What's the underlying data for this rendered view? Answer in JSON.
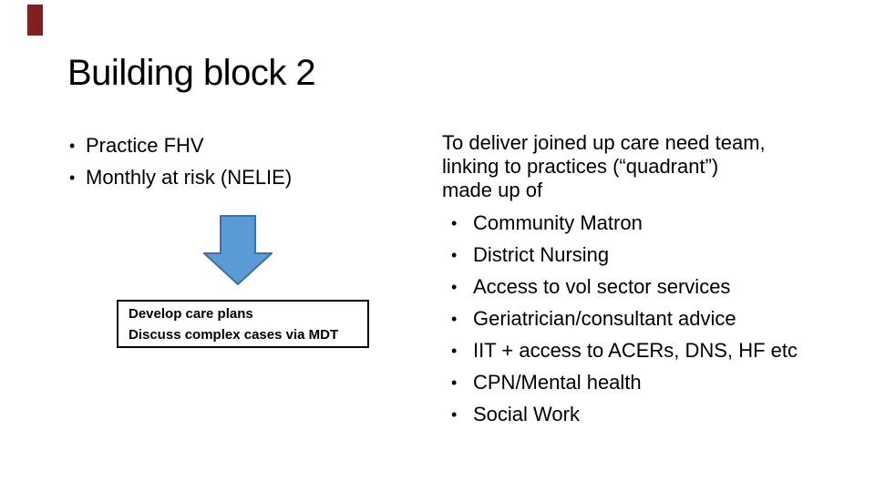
{
  "slide": {
    "title": "Building block 2",
    "colors": {
      "background": "#ffffff",
      "text": "#000000",
      "arrow_fill": "#5B9BD5",
      "arrow_border": "#41719C",
      "corner_mark": "#7E2020",
      "box_border": "#000000"
    },
    "left_bullets": [
      "Practice FHV",
      "Monthly at risk (NELIE)"
    ],
    "process_box": {
      "lines": [
        "Develop care plans",
        "Discuss complex cases via MDT"
      ]
    },
    "right_panel": {
      "intro_lines": [
        "To deliver joined up care need team,",
        "linking to practices (“quadrant”)",
        "made up of"
      ],
      "bullets": [
        "Community Matron",
        "District Nursing",
        "Access to vol sector services",
        "Geriatrician/consultant advice",
        "IIT + access to ACERs, DNS, HF etc",
        "CPN/Mental health",
        "Social Work"
      ]
    }
  }
}
